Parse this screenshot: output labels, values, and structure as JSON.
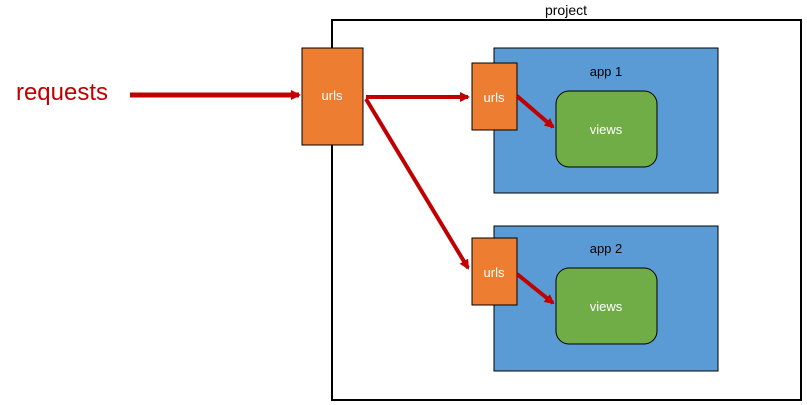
{
  "diagram": {
    "project_label": "project",
    "requests_label": "requests",
    "project_urls_label": "urls",
    "apps": [
      {
        "name": "app 1",
        "urls_label": "urls",
        "views_label": "views"
      },
      {
        "name": "app 2",
        "urls_label": "urls",
        "views_label": "views"
      }
    ]
  },
  "colors": {
    "requests_text": "#c00000",
    "arrow": "#c00000",
    "urls_fill": "#ed7d31",
    "app_fill": "#5b9bd5",
    "views_fill": "#70ad47",
    "border": "#000000",
    "label_on_dark": "#ffffff",
    "project_border": "#000000"
  }
}
